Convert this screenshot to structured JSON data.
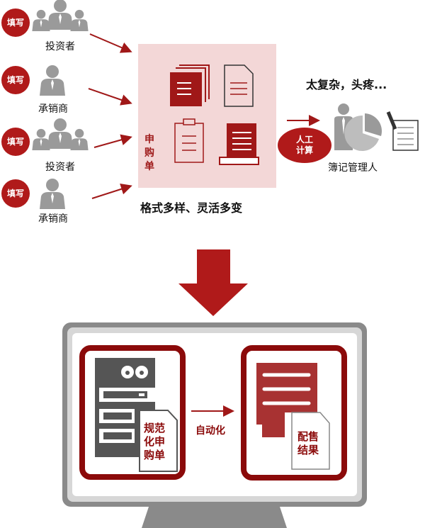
{
  "colors": {
    "accent": "#b01a1a",
    "dark_red": "#8b0a0a",
    "pink": "#f3d7d7",
    "gray": "#8a8a8a"
  },
  "actors": [
    {
      "badge": "填写",
      "label": "投资者",
      "icon": "investor-group-icon"
    },
    {
      "badge": "填写",
      "label": "承销商",
      "icon": "underwriter-icon"
    },
    {
      "badge": "填写",
      "label": "投资者",
      "icon": "investor-group-icon"
    },
    {
      "badge": "填写",
      "label": "承销商",
      "icon": "underwriter-icon"
    }
  ],
  "form_box": {
    "label": "申购单",
    "caption": "格式多样、灵活多变"
  },
  "manager": {
    "complaint": "太复杂，头疼...",
    "process": "人工计算",
    "label": "簿记管理人"
  },
  "system": {
    "input_doc": "规范化申购单",
    "process": "自动化",
    "output_doc": "配售结果"
  }
}
